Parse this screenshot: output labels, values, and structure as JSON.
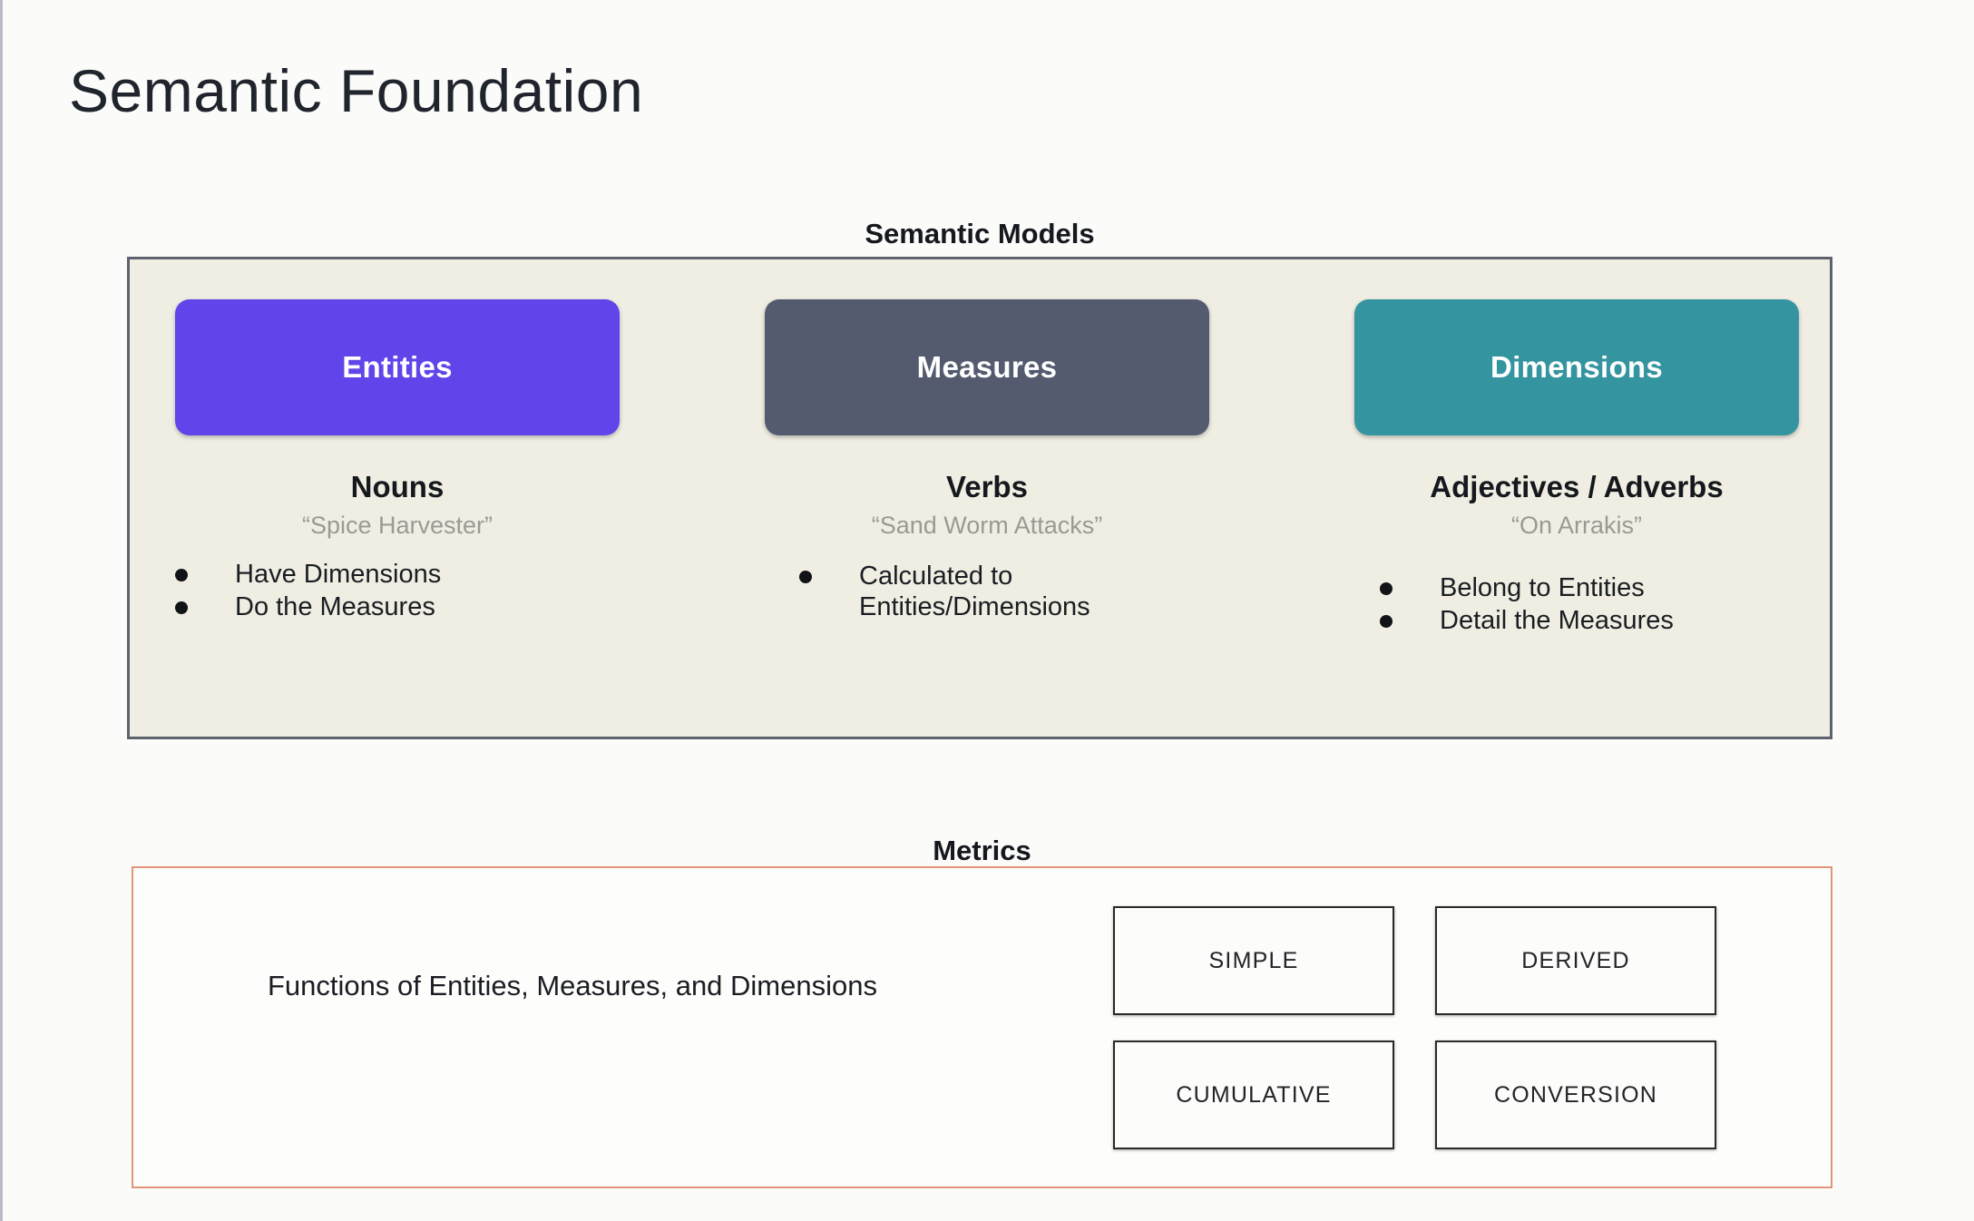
{
  "page": {
    "title": "Semantic Foundation",
    "background_color": "#fbfcfa"
  },
  "semantic_models": {
    "header": "Semantic Models",
    "panel_background": "#f0eee3",
    "panel_border_color": "#5d626e",
    "columns": [
      {
        "pill_label": "Entities",
        "pill_color": "#6144ea",
        "part_of_speech": "Nouns",
        "example": "“Spice Harvester”",
        "bullets": [
          "Have Dimensions",
          "Do the Measures"
        ]
      },
      {
        "pill_label": "Measures",
        "pill_color": "#545b6e",
        "part_of_speech": "Verbs",
        "example": "“Sand Worm Attacks”",
        "bullets": [
          "Calculated to\nEntities/Dimensions"
        ]
      },
      {
        "pill_label": "Dimensions",
        "pill_color": "#3494a0",
        "part_of_speech": "Adjectives / Adverbs",
        "example": "“On Arrakis”",
        "bullets": [
          "Belong to Entities",
          "Detail the Measures"
        ]
      }
    ]
  },
  "metrics": {
    "header": "Metrics",
    "panel_border_color": "#e2947a",
    "description": "Functions of Entities, Measures, and Dimensions",
    "types": [
      "SIMPLE",
      "DERIVED",
      "CUMULATIVE",
      "CONVERSION"
    ]
  }
}
